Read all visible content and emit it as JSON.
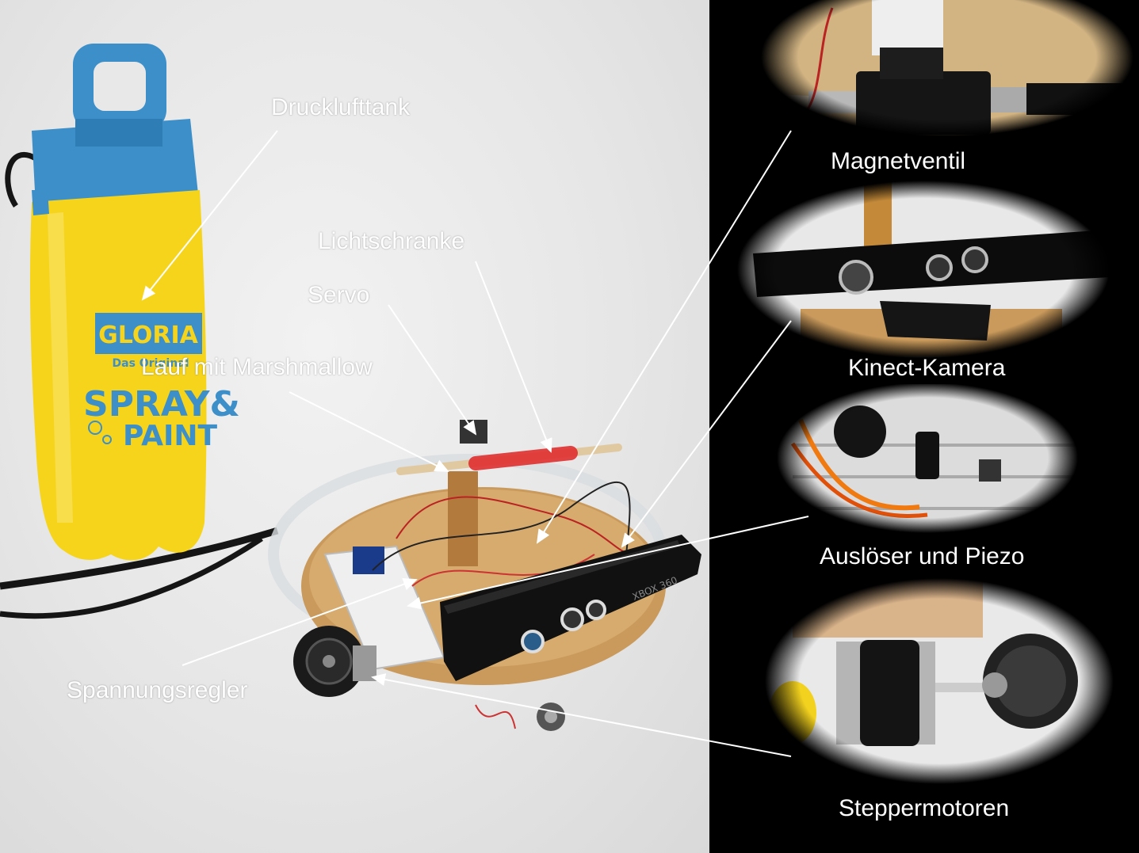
{
  "tank_brand": {
    "logo_line1": "GLORIA",
    "logo_line2": "Das Original",
    "product_line1": "SPRAY&",
    "product_line2": "PAINT"
  },
  "kinect_logo": "XBOX 360",
  "labels": {
    "druckluft": "Drucklufttank",
    "lichtschranke": "Lichtschranke",
    "servo": "Servo",
    "lauf": "Lauf mit Marshmallow",
    "spannung": "Spannungsregler",
    "magnetventil": "Magnetventil",
    "kinect": "Kinect-Kamera",
    "ausloeser": "Auslöser und Piezo",
    "stepper": "Steppermotoren"
  },
  "colors": {
    "tank_yellow": "#f6d41c",
    "tank_blue": "#3d8fc9",
    "wood": "#c99a5c",
    "kinect_black": "#111111",
    "arrow": "#ffffff"
  },
  "icons": {
    "arrow": "line-arrow",
    "button": "push-button"
  }
}
